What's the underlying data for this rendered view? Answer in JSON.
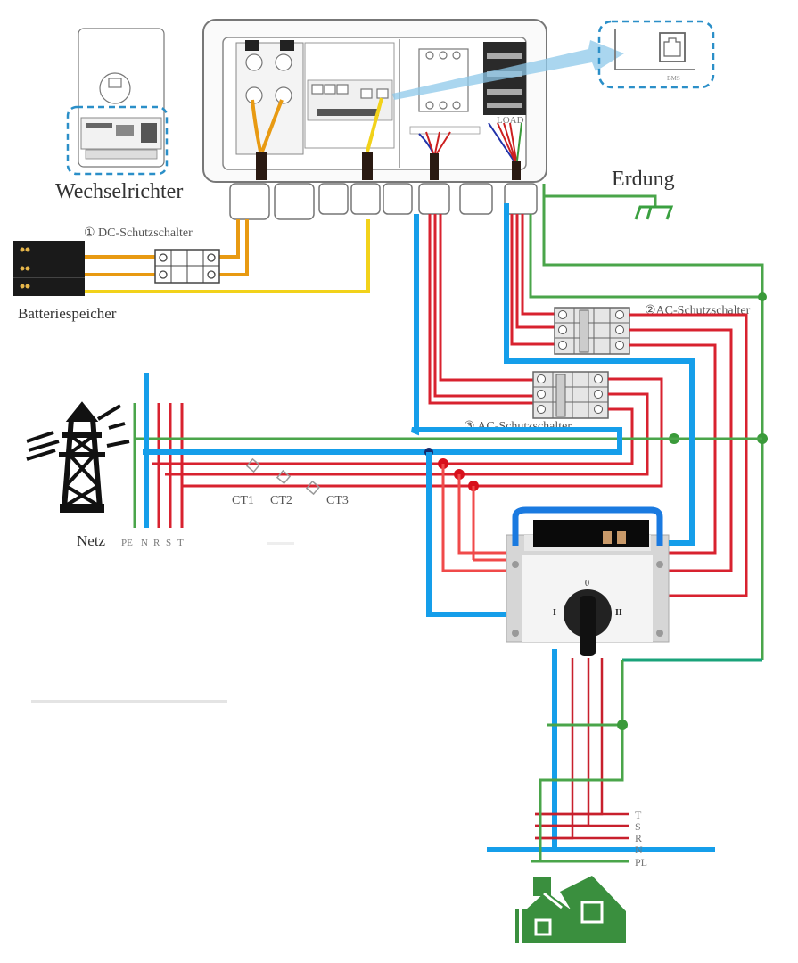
{
  "labels": {
    "inverter": "Wechselrichter",
    "battery": "Batteriespeicher",
    "dc_breaker": "① DC-Schutzschalter",
    "ac_breaker_2": "②AC-Schutzschalter",
    "ac_breaker_3": "③ AC-Schutzschalter",
    "grounding": "Erdung",
    "grid": "Netz",
    "bms_port": "BMS",
    "load_terminal": "LOAD"
  },
  "grid_conductors": [
    "PE",
    "N",
    "R",
    "S",
    "T"
  ],
  "current_transformers": [
    "CT1",
    "CT2",
    "CT3"
  ],
  "load_conductors": [
    "T",
    "S",
    "R",
    "N",
    "PL"
  ],
  "transfer_switch": {
    "positions": [
      "0",
      "I",
      "II"
    ]
  },
  "colors": {
    "phase": "#d8222f",
    "ground": "#4aa54a",
    "neutral": "#159eea",
    "dc": "#e89a12",
    "comm": "#f2d21a",
    "house": "#3a8f3e",
    "highlight": "#2b8fc8"
  }
}
